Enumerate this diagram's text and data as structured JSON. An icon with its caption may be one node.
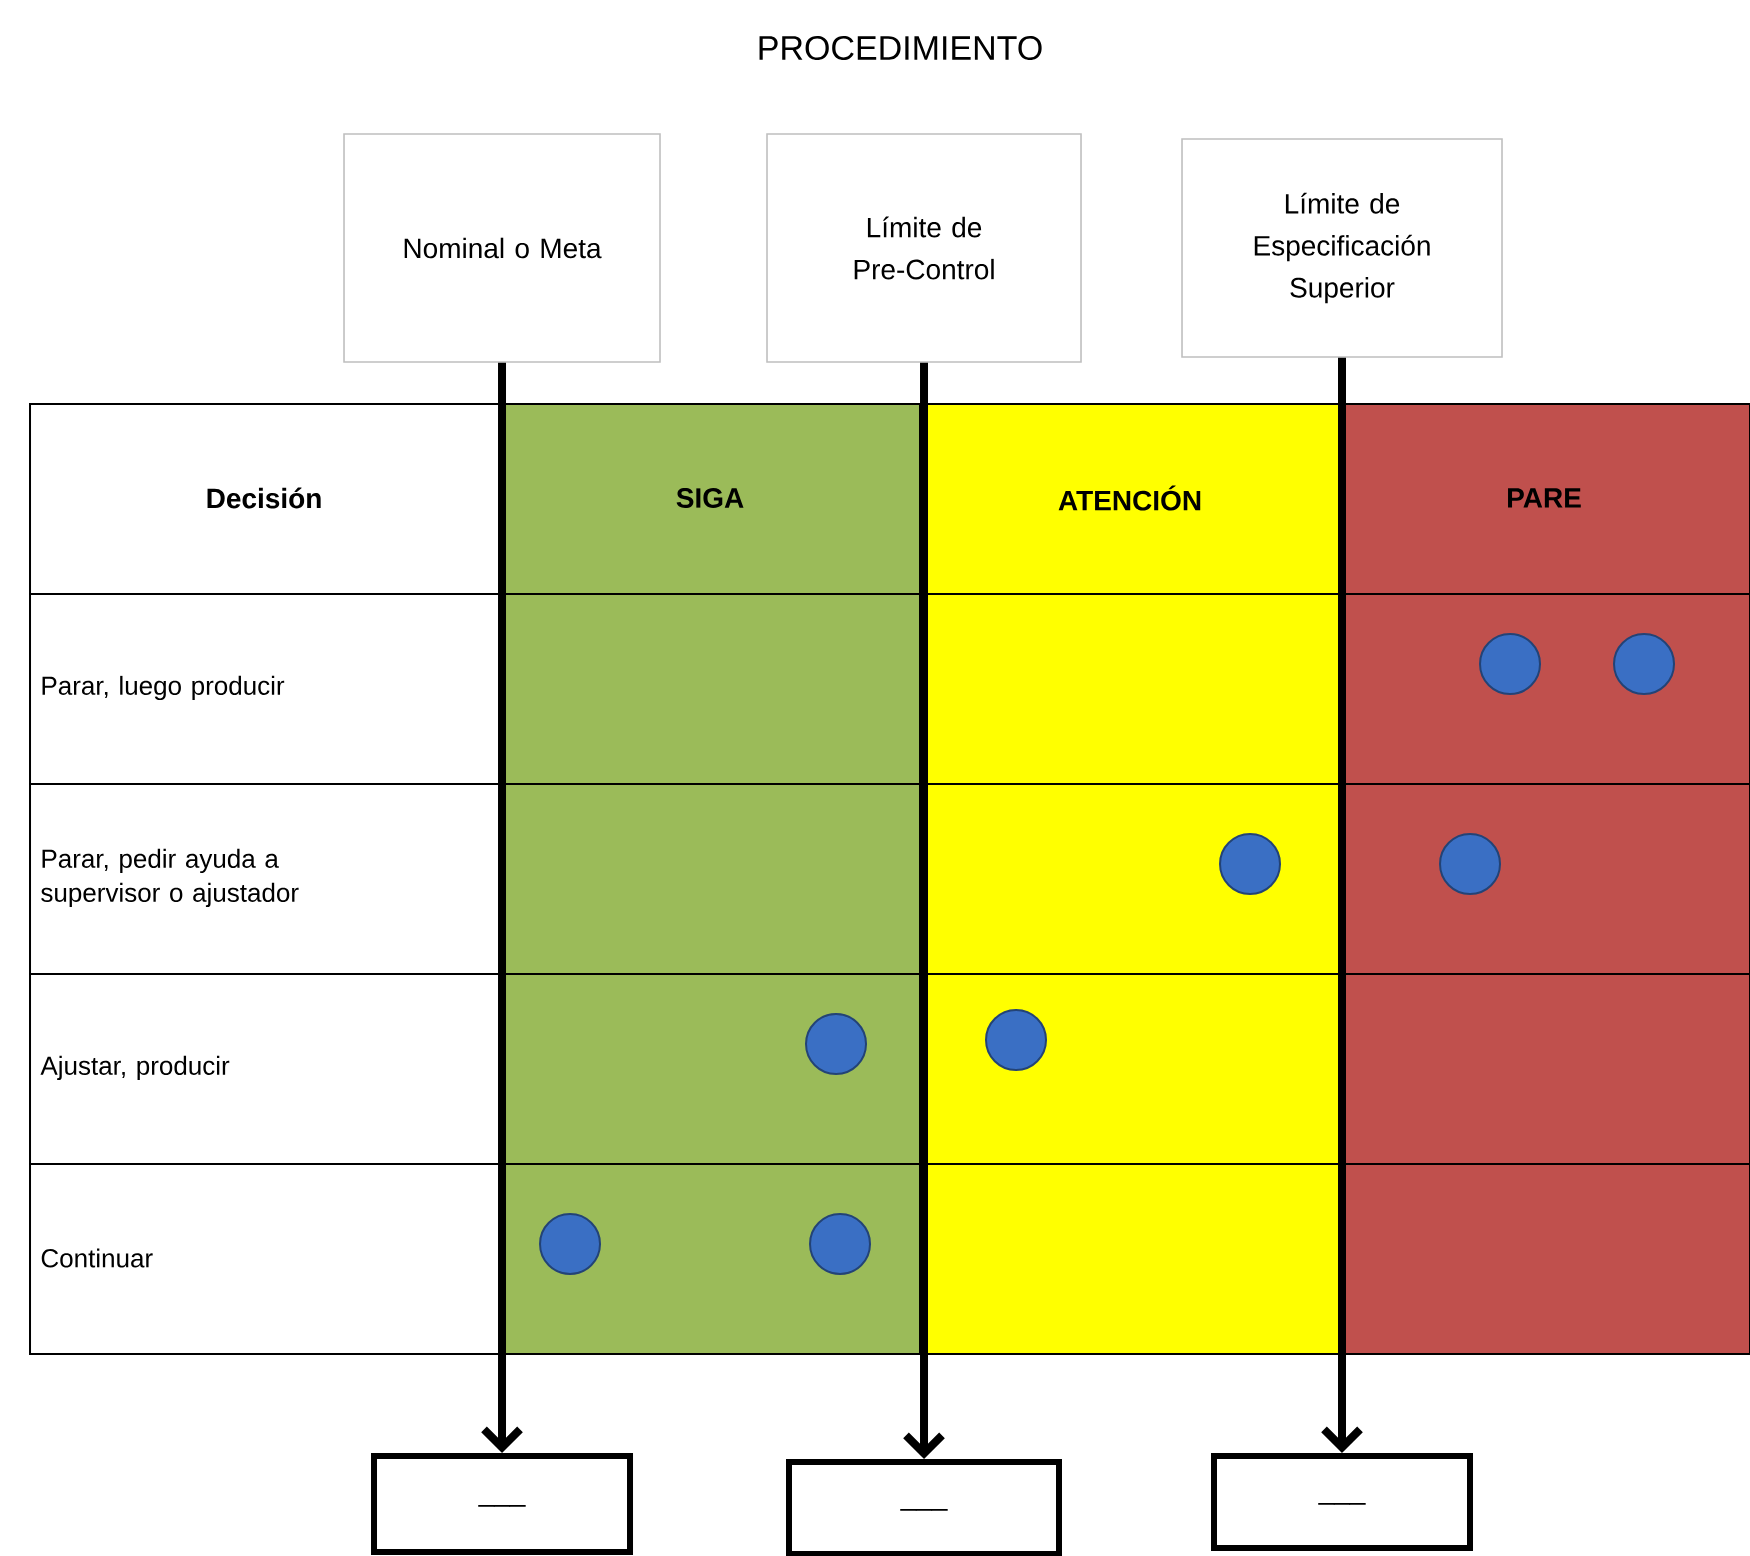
{
  "diagram": {
    "title": "PROCEDIMIENTO",
    "nodes": [
      {
        "text": [
          "Nominal o Meta"
        ]
      },
      {
        "text": [
          "Límite de Pre-Control"
        ]
      },
      {
        "text": [
          "Límite de Especificación Superior"
        ]
      },
      {
        "text": [
          "___"
        ]
      },
      {
        "text": [
          "___"
        ]
      },
      {
        "text": [
          "___"
        ]
      }
    ],
    "edges": [
      {
        "from": 0,
        "to": 3,
        "arrow": "to"
      },
      {
        "from": 1,
        "to": 4,
        "arrow": "to"
      },
      {
        "from": 2,
        "to": 5,
        "arrow": "to"
      }
    ],
    "labels": [
      "Decisión",
      "SIGA",
      "ATENCIÓN",
      "PARE",
      "Parar, luego producir",
      "Parar, pedir ayuda a supervisor o ajustador",
      "Ajustar, producir",
      "Continuar"
    ]
  }
}
